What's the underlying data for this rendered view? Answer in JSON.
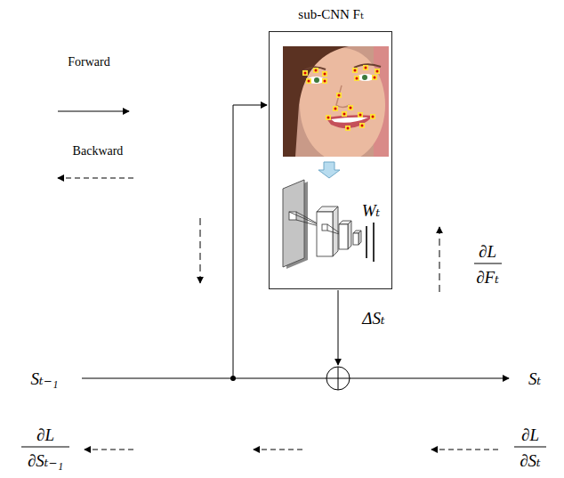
{
  "diagram": {
    "nodes": [
      {
        "text": [
          "sub-CNN Fₜ",
          "Wₜ"
        ]
      }
    ],
    "labels": [
      "Forward",
      "Backward",
      "∂L",
      "∂Fₜ",
      "ΔSₜ",
      "Sₜ₋₁",
      "Sₜ",
      "∂L",
      "∂Sₜ₋₁",
      "∂L",
      "∂Sₜ"
    ]
  }
}
